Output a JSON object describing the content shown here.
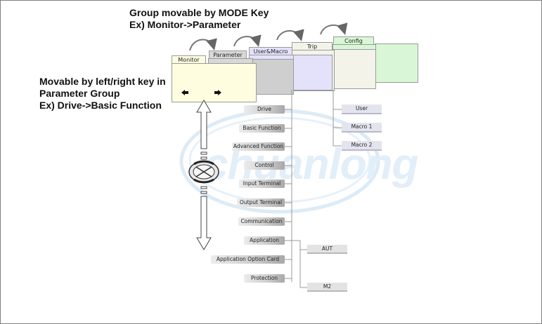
{
  "headings": {
    "mode_key_title": "Group movable by MODE Key",
    "mode_key_example": "Ex) Monitor->Parameter",
    "lr_key_title": "Movable by left/right key in",
    "lr_key_title_2": "Parameter Group",
    "lr_key_example": "Ex) Drive->Basic Function"
  },
  "tabs": [
    {
      "label": "Monitor",
      "color": "#fffde0"
    },
    {
      "label": "Parameter",
      "color": "#d8d8d8"
    },
    {
      "label": "User&Macro",
      "color": "#e4e2fb"
    },
    {
      "label": "Trip",
      "color": "#f3f3ea"
    },
    {
      "label": "Config",
      "color": "#d9f7d6"
    }
  ],
  "parameter_groups": [
    "Drive",
    "Basic Function",
    "Advanced Function",
    "Control",
    "Input Terminal",
    "Output Terminal",
    "Communication",
    "Application",
    "Application Option Card",
    "Protection"
  ],
  "user_macro_groups": [
    "User",
    "Macro 1",
    "Macro 2"
  ],
  "sub_groups": [
    "AUT",
    "M2"
  ],
  "icons": {
    "monitor_left": "arrow-left-icon",
    "monitor_right": "arrow-right-icon",
    "keypad": "navigation-dial-icon"
  }
}
